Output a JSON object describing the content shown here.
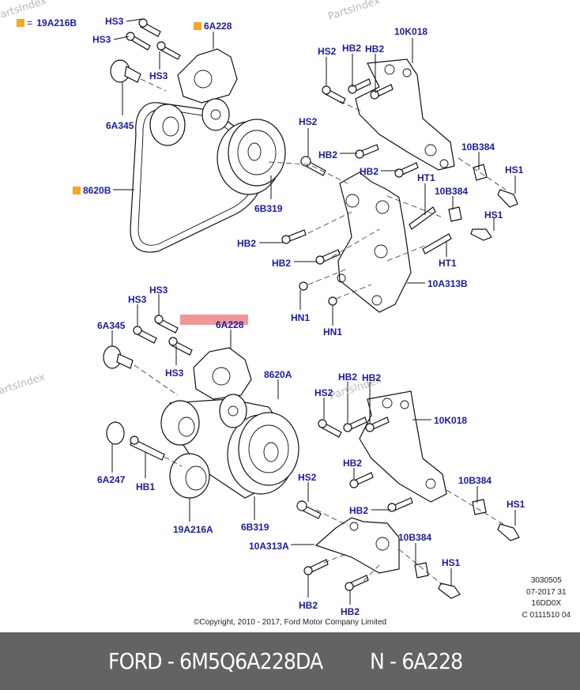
{
  "watermarks": [
    "PartsIndex",
    "PartsIndex",
    "PartsIndex",
    "PartsIndex"
  ],
  "legend": {
    "marker_color": "#f5a623",
    "equals": "=",
    "part": "19A216B"
  },
  "highlight_color": "#f08a8a",
  "label_color": "#1a1aa6",
  "upper_assembly": {
    "labels": {
      "hs3_a": "HS3",
      "hs3_b": "HS3",
      "hs3_c": "HS3",
      "tensioner": "6A228",
      "bolt": "6A345",
      "belt": "8620B",
      "pulley": "6B319",
      "bracket": "10K018",
      "hs2_a": "HS2",
      "hb2_a": "HB2",
      "hb2_b": "HB2",
      "hs2_b": "HS2",
      "hb2_c": "HB2",
      "hb2_d": "HB2",
      "bushing_a": "10B384",
      "hs1_a": "HS1",
      "ht1_a": "HT1",
      "bushing_b": "10B384",
      "hs1_b": "HS1",
      "ht1_b": "HT1",
      "hb2_e": "HB2",
      "hb2_f": "HB2",
      "mount": "10A313B",
      "hn1_a": "HN1",
      "hn1_b": "HN1"
    },
    "marked_parts": [
      "6A228",
      "8620B"
    ]
  },
  "lower_assembly": {
    "labels": {
      "hs3_a": "HS3",
      "hs3_b": "HS3",
      "hs3_c": "HS3",
      "bolt": "6A345",
      "tensioner": "6A228",
      "belt": "8620A",
      "cap": "6A247",
      "hb1": "HB1",
      "idler": "19A216A",
      "pulley": "6B319",
      "hs2_a": "HS2",
      "hb2_a": "HB2",
      "hb2_b": "HB2",
      "bracket": "10K018",
      "hb2_c": "HB2",
      "hs2_b": "HS2",
      "bushing_a": "10B384",
      "hs1_a": "HS1",
      "hb2_d": "HB2",
      "mount": "10A313A",
      "bushing_b": "10B384",
      "hs1_b": "HS1",
      "hb2_e": "HB2",
      "hb2_f": "HB2"
    },
    "highlighted_part": "6A228"
  },
  "meta_codes": [
    "3030505",
    "07-2017 31",
    "16DD0X",
    "C 0111510 04"
  ],
  "copyright": "©Copyright, 2010 - 2017, Ford Motor Company Limited",
  "footer": {
    "part_number": "FORD - 6M5Q6A228DA",
    "ref_number": "N - 6A228"
  }
}
